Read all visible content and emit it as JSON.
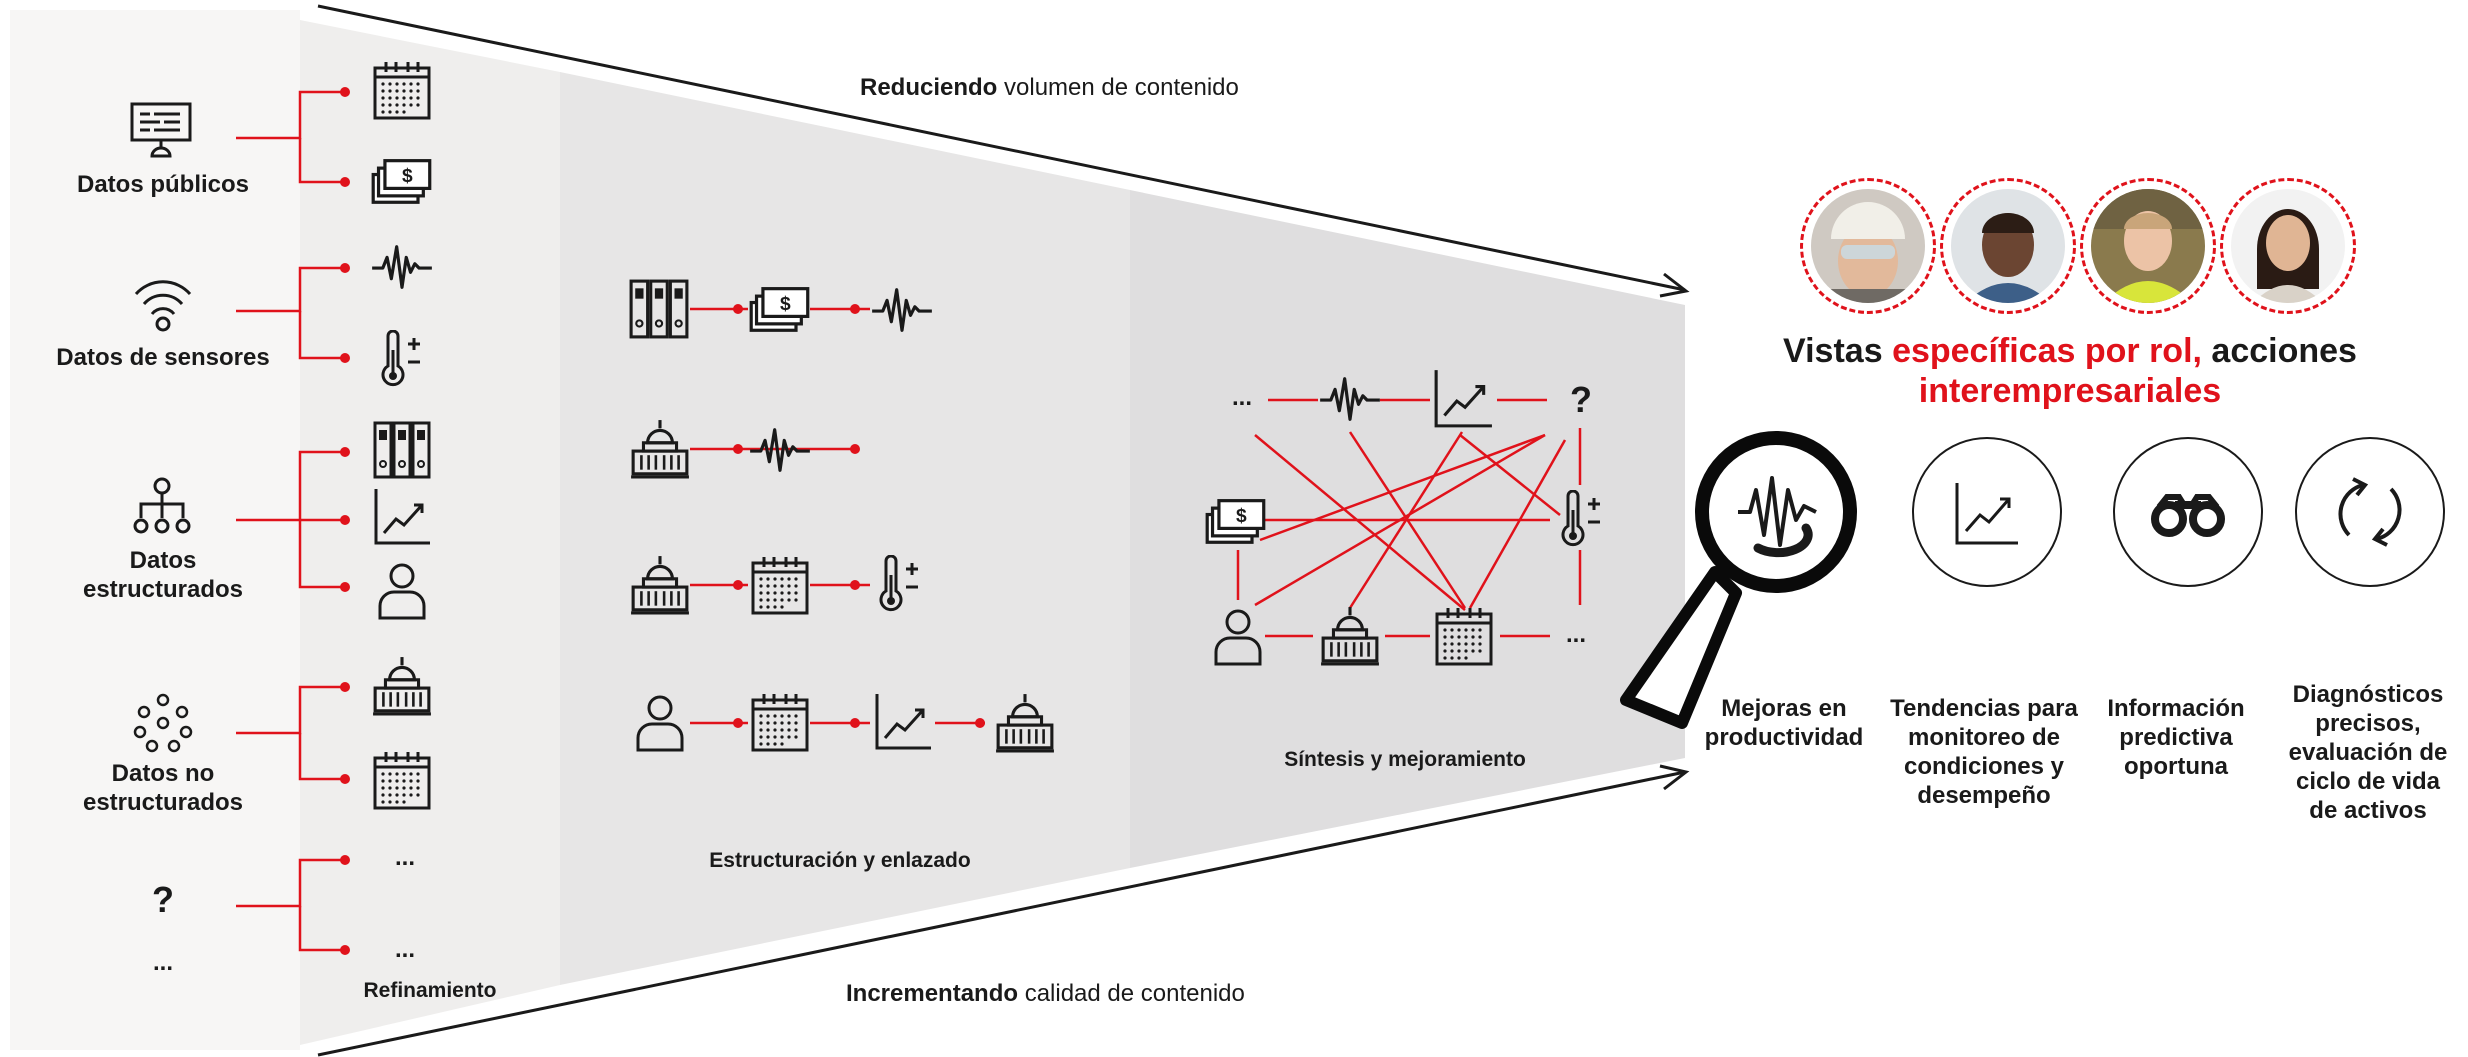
{
  "header": {
    "top_bold": "Reduciendo",
    "top_rest": " volumen de contenido",
    "bottom_bold": "Incrementando",
    "bottom_rest": " calidad de contenido"
  },
  "sources": {
    "public": "Datos públicos",
    "sensors": "Datos de sensores",
    "structured_1": "Datos",
    "structured_2": "estructurados",
    "unstructured_1": "Datos no",
    "unstructured_2": "estructurados",
    "unknown_mark": "?",
    "unknown_dots": "...",
    "branch_dots": "..."
  },
  "stages": {
    "refine": "Refinamiento",
    "structure": "Estructuración y enlazado",
    "synthesis": "Síntesis y mejoramiento"
  },
  "synthesis_nodes": {
    "dots_left": "...",
    "question": "?",
    "dots_right": "..."
  },
  "outcome": {
    "title_1": "Vistas ",
    "title_red": "específicas por rol,",
    "title_2": " acciones",
    "title_line2": "interempresariales"
  },
  "benefits": [
    {
      "line1": "Mejoras en",
      "line2": "productividad",
      "line3": "",
      "line4": "",
      "line5": ""
    },
    {
      "line1": "Tendencias para",
      "line2": "monitoreo de",
      "line3": "condiciones y",
      "line4": "desempeño",
      "line5": ""
    },
    {
      "line1": "Información",
      "line2": "predictiva",
      "line3": "oportuna",
      "line4": "",
      "line5": ""
    },
    {
      "line1": "Diagnósticos",
      "line2": "precisos,",
      "line3": "evaluación de",
      "line4": "ciclo de vida",
      "line5": "de activos"
    }
  ],
  "colors": {
    "accent": "#e0121b",
    "ink": "#1a1a1a",
    "panel1": "#f7f6f5",
    "panel2": "#efeeed",
    "panel3": "#e7e6e6",
    "panel4": "#dfdedf"
  },
  "icons": [
    "monitor-icon",
    "calendar-icon",
    "money-icon",
    "wifi-icon",
    "pulse-icon",
    "thermometer-icon",
    "org-chart-icon",
    "binders-icon",
    "trend-chart-icon",
    "person-icon",
    "dots-cluster-icon",
    "capitol-icon",
    "magnifier-icon",
    "binoculars-icon",
    "cycle-icon"
  ]
}
